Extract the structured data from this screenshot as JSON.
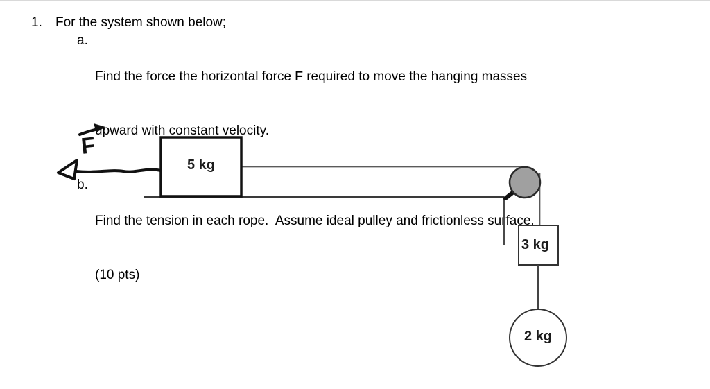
{
  "problem": {
    "number": "1.",
    "title": "For the system shown below;",
    "parts": [
      {
        "marker": "a.",
        "line1_pre": "Find the force the horizontal force ",
        "line1_bold": "F",
        "line1_post": " required to move the hanging masses",
        "line2": "upward with constant velocity."
      },
      {
        "marker": "b.",
        "line1": "Find the tension in each rope.  Assume ideal pulley and frictionless surface.",
        "line2": "(10 pts)"
      }
    ]
  },
  "diagram": {
    "force_label": "F",
    "block_label": "5 kg",
    "hanging_box_label": "3 kg",
    "hanging_ball_label": "2 kg",
    "colors": {
      "ink": "#111111",
      "rope": "#555555",
      "pulley_fill": "#a0a0a0",
      "pulley_stroke": "#2b2b2b"
    }
  }
}
